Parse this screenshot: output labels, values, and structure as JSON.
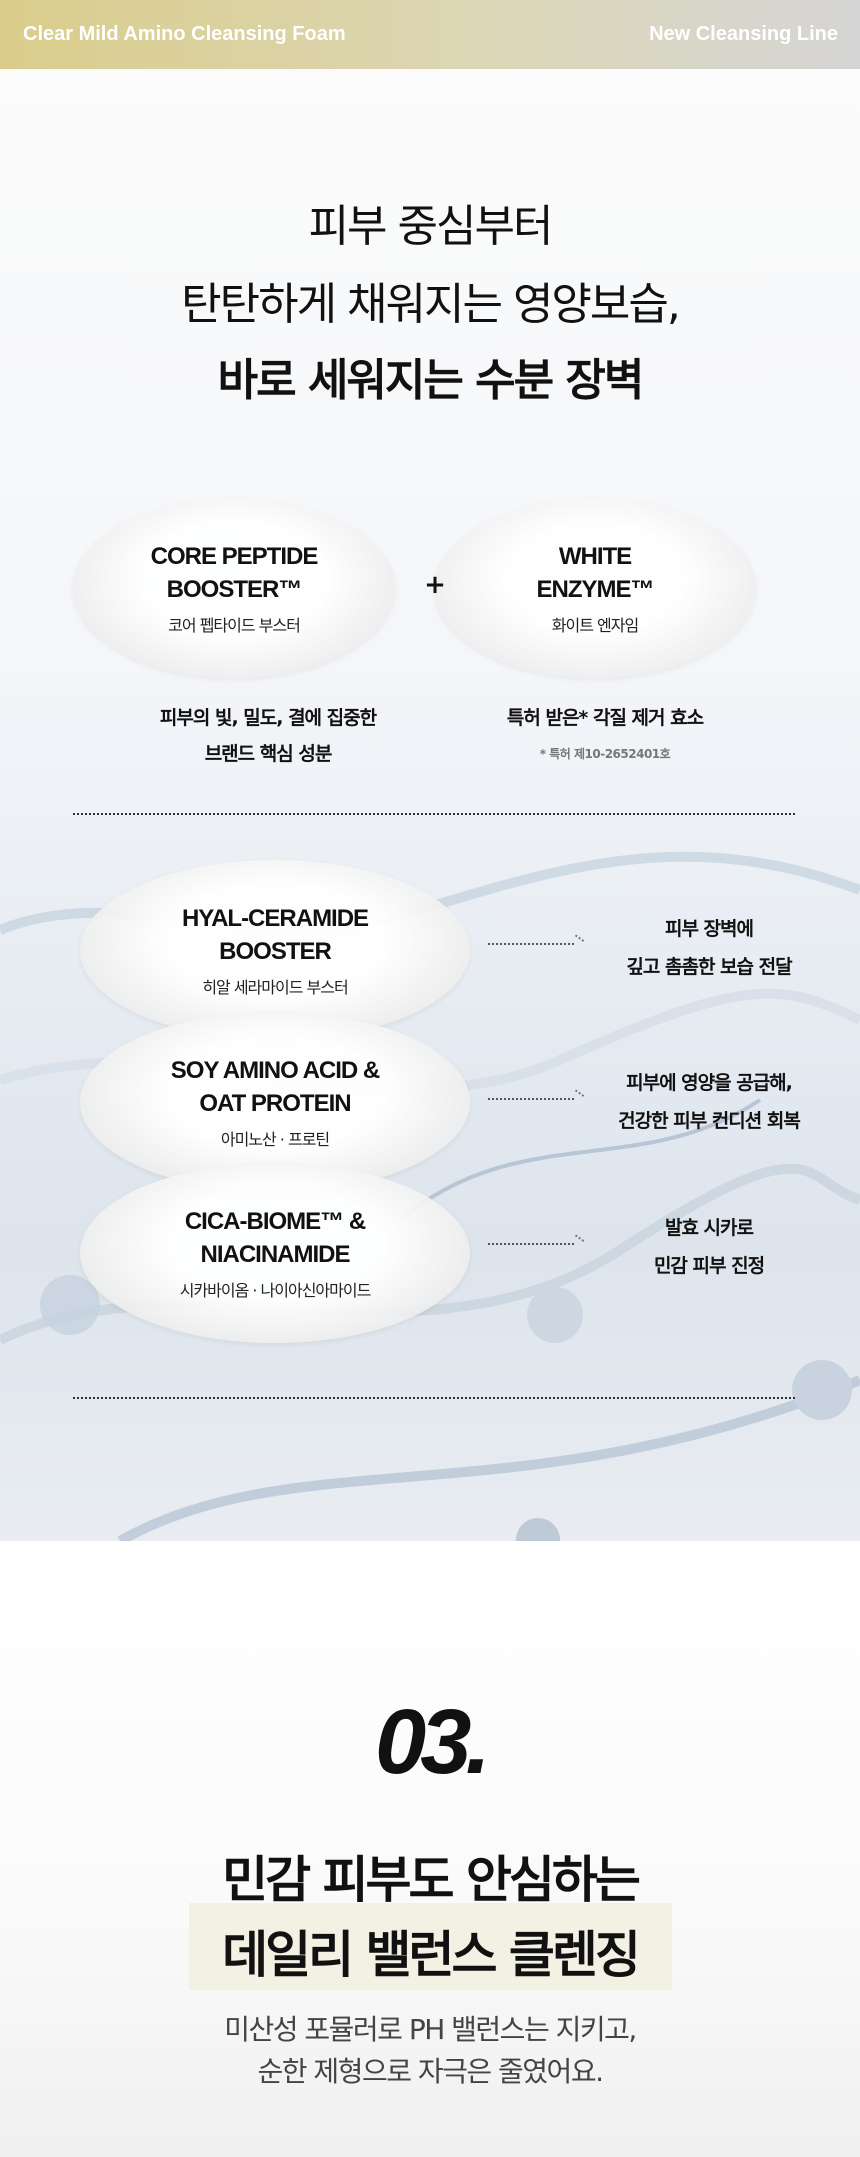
{
  "header": {
    "left": "Clear Mild Amino Cleansing Foam",
    "right": "New Cleansing Line"
  },
  "intro": {
    "line1": "피부 중심부터",
    "line2": "탄탄하게 채워지는 영양보습,",
    "line3": "바로 세워지는 수분 장벽"
  },
  "core": [
    {
      "en1": "CORE PEPTIDE",
      "en2": "BOOSTER™",
      "ko": "코어 펩타이드 부스터",
      "desc1": "피부의 빛, 밀도, 결에 집중한",
      "desc2": "브랜드 핵심 성분"
    },
    {
      "en1": "WHITE",
      "en2": "ENZYME™",
      "ko": "화이트 엔자임",
      "desc1": "특허 받은* 각질 제거 효소",
      "note": "* 특허 제10-2652401호"
    }
  ],
  "plus": "+",
  "ingredients": [
    {
      "en1": "HYAL-CERAMIDE",
      "en2": "BOOSTER",
      "ko": "히알 세라마이드 부스터",
      "benefit1": "피부 장벽에",
      "benefit2": "깊고 촘촘한 보습 전달"
    },
    {
      "en1": "SOY AMINO ACID &",
      "en2": "OAT PROTEIN",
      "ko": "아미노산 · 프로틴",
      "benefit1": "피부에 영양을 공급해,",
      "benefit2": "건강한 피부 컨디션 회복"
    },
    {
      "en1": "CICA-BIOME™ &",
      "en2": "NIACINAMIDE",
      "ko": "시카바이옴 · 나이아신아마이드",
      "benefit1": "발효 시카로",
      "benefit2": "민감 피부 진정"
    }
  ],
  "section3": {
    "number": "03.",
    "title1": "민감 피부도 안심하는",
    "title2": "데일리 밸런스 클렌징",
    "body1": "미산성 포뮬러로 PH 밸런스는 지키고,",
    "body2": "순한 제형으로 자극은 줄였어요."
  },
  "colors": {
    "header_start": "#dacd8b",
    "header_end": "#d5d5d5",
    "highlight": "#f3f1e3"
  }
}
